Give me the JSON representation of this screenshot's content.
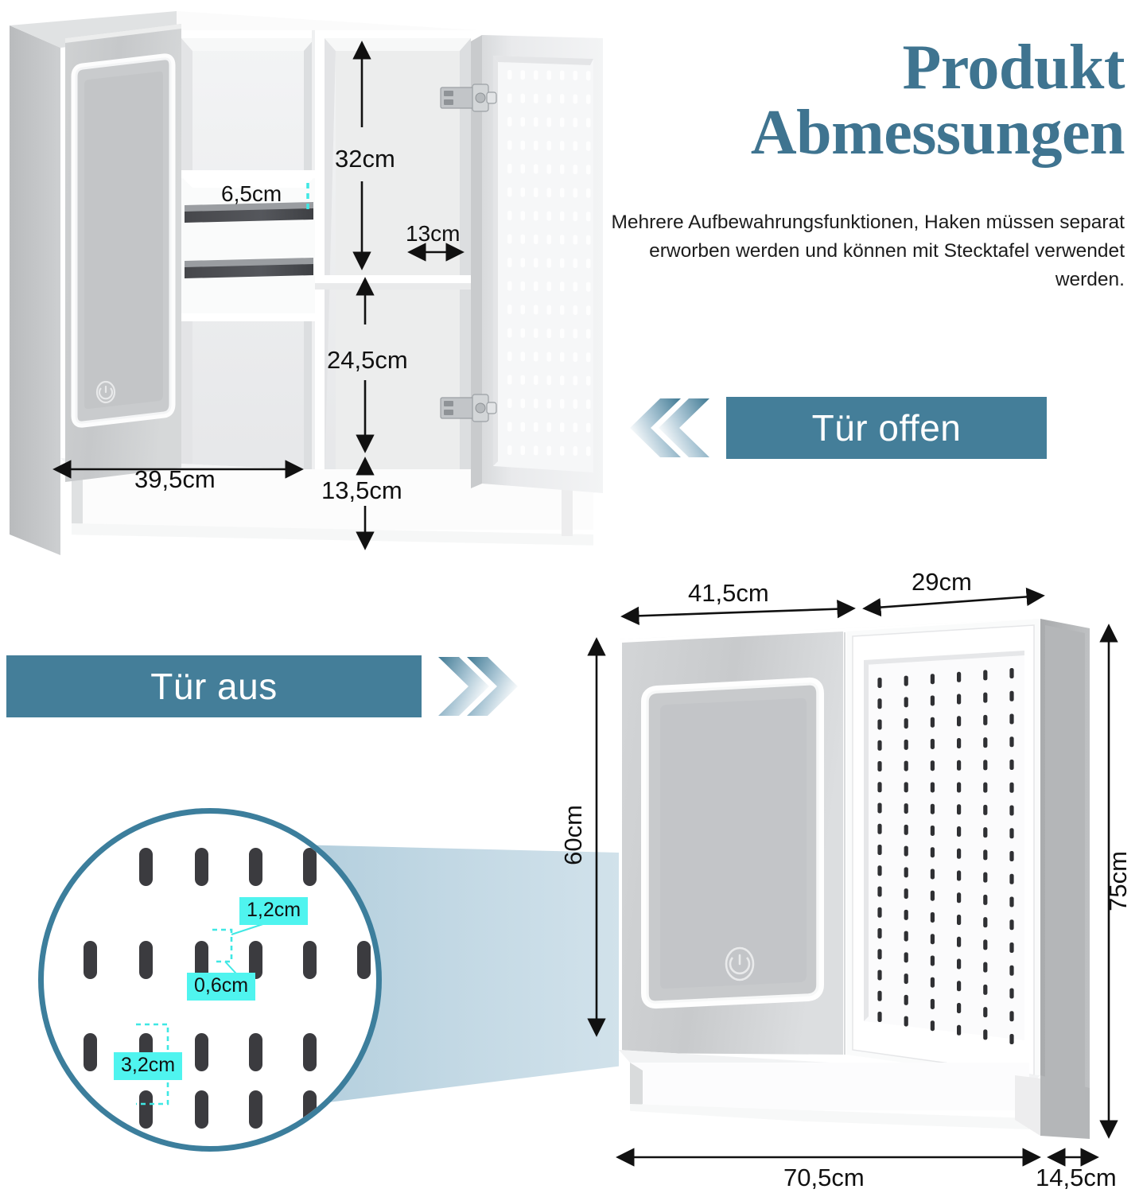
{
  "header": {
    "title_line1": "Produkt",
    "title_line2": "Abmessungen",
    "subtitle": "Mehrere Aufbewahrungsfunktionen, Haken müssen separat erworben werden und können mit Stecktafel verwendet werden.",
    "title_color": "#3f7490"
  },
  "banners": {
    "open_label": "Tür offen",
    "closed_label": "Tür aus",
    "bg_color": "#447E99",
    "text_color": "#ffffff"
  },
  "open_view": {
    "dims": {
      "shelf_height": "32cm",
      "glass_shelf_gap": "6,5cm",
      "shelf_depth": "13cm",
      "lower_compartment": "24,5cm",
      "open_shelf_width": "39,5cm",
      "open_shelf_height": "13,5cm"
    }
  },
  "closed_view": {
    "dims": {
      "mirror_door_width": "41,5cm",
      "pegboard_door_width": "29cm",
      "cabinet_body_height": "60cm",
      "total_height": "75cm",
      "total_width": "70,5cm",
      "depth": "14,5cm"
    }
  },
  "pegboard_detail": {
    "slot_width": "1,2cm",
    "slot_height": "0,6cm",
    "slot_spacing": "3,2cm",
    "highlight_color": "#4ff4ef",
    "ring_color": "#3c7e9c"
  }
}
